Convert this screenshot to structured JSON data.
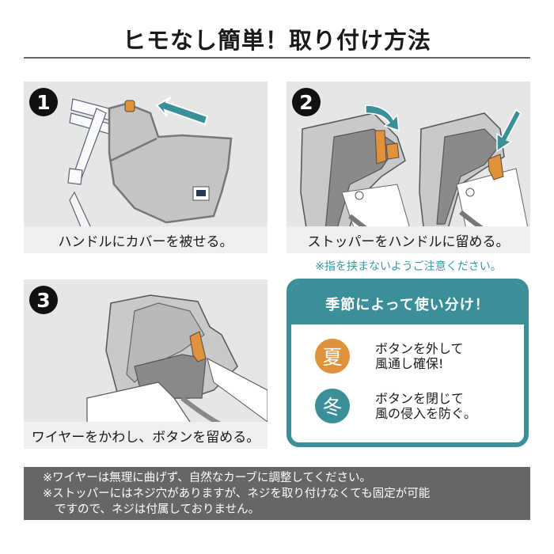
{
  "header": {
    "title": "ヒモなし簡単！取り付け方法"
  },
  "steps": [
    {
      "number": "1",
      "caption": "ハンドルにカバーを被せる。",
      "icon": "arrow-left-icon"
    },
    {
      "number": "2",
      "caption": "ストッパーをハンドルに留める。",
      "note": "※指を挟まないようご注意ください。",
      "icon": "arrow-down-icon"
    },
    {
      "number": "3",
      "caption": "ワイヤーをかわし、ボタンを留める。"
    }
  ],
  "season": {
    "title": "季節によって使い分け！",
    "items": [
      {
        "label": "夏",
        "color": "#e0923a",
        "line1": "ボタンを外して",
        "line2": "風通し確保!"
      },
      {
        "label": "冬",
        "color": "#3b8f99",
        "line1": "ボタンを閉じて",
        "line2": "風の侵入を防ぐ。"
      }
    ]
  },
  "footer": {
    "lines": [
      "※ワイヤーは無理に曲げず、自然なカーブに調整してください。",
      "※ストッパーにはネジ穴がありますが、ネジを取り付けなくても固定が可能",
      "ですので、ネジは付属しておりません。"
    ]
  },
  "colors": {
    "accent_teal": "#3b8f99",
    "accent_orange": "#e0923a",
    "panel_bg": "#e6e6e6",
    "footer_bg": "#666666"
  }
}
